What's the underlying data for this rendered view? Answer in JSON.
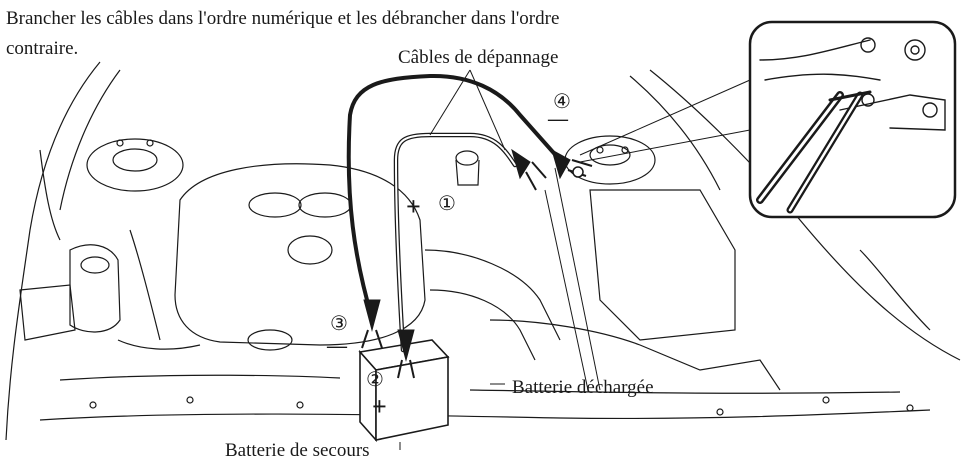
{
  "instruction": {
    "line1": "Brancher les câbles dans l'ordre numérique et les débrancher dans l'ordre",
    "line2": "contraire."
  },
  "labels": {
    "cables": "Câbles de dépannage",
    "dead_battery": "Batterie déchargée",
    "booster_battery": "Batterie de secours"
  },
  "steps": [
    "①",
    "②",
    "③",
    "④"
  ],
  "symbols": {
    "plus": "+",
    "minus": "—"
  },
  "colors": {
    "line": "#1a1a1a",
    "background": "#ffffff"
  }
}
